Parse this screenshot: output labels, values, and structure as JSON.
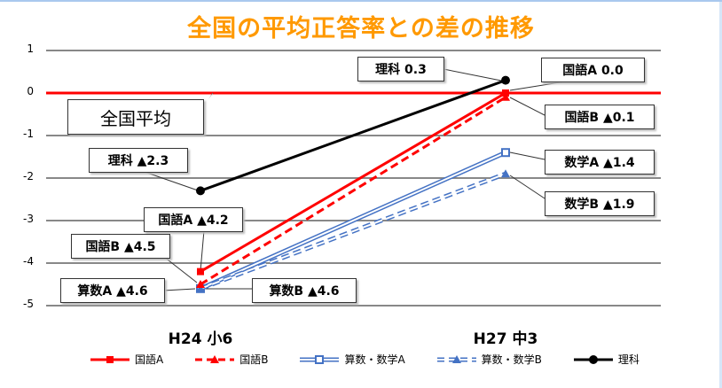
{
  "title": "全国の平均正答率との差の推移",
  "chart_data": {
    "type": "line",
    "title": "全国の平均正答率との差の推移",
    "categories": [
      "H24 小6",
      "H27 中3"
    ],
    "ylim": [
      -5,
      1
    ],
    "yticks": [
      "1",
      "0",
      "-1",
      "-2",
      "-3",
      "-4",
      "-5"
    ],
    "reference_line": {
      "value": 0,
      "label": "全国平均",
      "color": "#ff0000"
    },
    "series": [
      {
        "name": "国語A",
        "values": [
          -4.2,
          0.0
        ],
        "color": "#ff0000",
        "dash": false,
        "marker": "square",
        "labels": [
          "国語A ▲4.2",
          "国語A 0.0"
        ]
      },
      {
        "name": "国語B",
        "values": [
          -4.5,
          -0.1
        ],
        "color": "#ff0000",
        "dash": true,
        "marker": "triangle",
        "labels": [
          "国語B ▲4.5",
          "国語B ▲0.1"
        ]
      },
      {
        "name": "算数・数学A",
        "values": [
          -4.6,
          -1.4
        ],
        "color": "#4472c4",
        "dash": false,
        "double": true,
        "marker": "square-open",
        "labels": [
          "算数A ▲4.6",
          "数学A ▲1.4"
        ]
      },
      {
        "name": "算数・数学B",
        "values": [
          -4.6,
          -1.9
        ],
        "color": "#4472c4",
        "dash": true,
        "double": true,
        "marker": "triangle",
        "labels": [
          "算数B ▲4.6",
          "数学B ▲1.9"
        ]
      },
      {
        "name": "理科",
        "values": [
          -2.3,
          0.3
        ],
        "color": "#000000",
        "dash": false,
        "marker": "circle",
        "labels": [
          "理科 ▲2.3",
          "理科 0.3"
        ]
      }
    ]
  }
}
